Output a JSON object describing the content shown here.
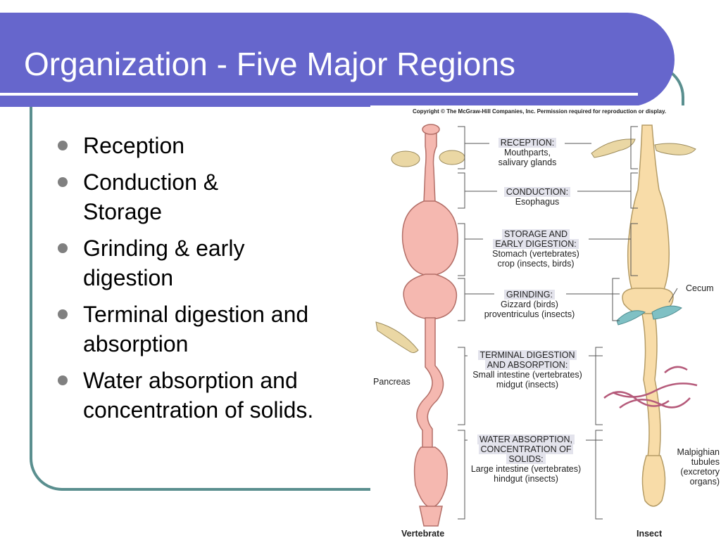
{
  "slide": {
    "title": "Organization - Five Major Regions",
    "bullets": [
      "Reception",
      "Conduction & Storage",
      "Grinding & early digestion",
      "Terminal digestion and absorption",
      "Water absorption and concentration of solids."
    ]
  },
  "figure": {
    "copyright": "Copyright © The McGraw-Hill Companies, Inc. Permission required for reproduction or display.",
    "regions": [
      {
        "heading": "RECEPTION:",
        "lines": [
          "Mouthparts,",
          "salivary glands"
        ]
      },
      {
        "heading": "CONDUCTION:",
        "lines": [
          "Esophagus"
        ]
      },
      {
        "heading_lines": [
          "STORAGE AND",
          "EARLY DIGESTION:"
        ],
        "lines": [
          "Stomach (vertebrates)",
          "crop (insects, birds)"
        ]
      },
      {
        "heading": "GRINDING:",
        "lines": [
          "Gizzard (birds)",
          "proventriculus (insects)"
        ]
      },
      {
        "heading_lines": [
          "TERMINAL DIGESTION",
          "AND ABSORPTION:"
        ],
        "lines": [
          "Small intestine (vertebrates)",
          "midgut (insects)"
        ]
      },
      {
        "heading_lines": [
          "WATER ABSORPTION,",
          "CONCENTRATION OF",
          "SOLIDS:"
        ],
        "lines": [
          "Large intestine (vertebrates)",
          "hindgut (insects)"
        ]
      }
    ],
    "side_labels": {
      "pancreas": "Pancreas",
      "cecum": "Cecum",
      "malpighian": [
        "Malpighian",
        "tubules",
        "(excretory",
        "organs)"
      ]
    },
    "vertebrate_label": "Vertebrate",
    "insect_label": "Insect",
    "colors": {
      "title_bar": "#6666cc",
      "frame": "#5a8f8f",
      "vertebrate_gut": "#f5b8b0",
      "insect_gut": "#f8dca8",
      "gland": "#ead7a4",
      "cecum": "#7fc0c4",
      "tubules": "#b55a7a"
    }
  }
}
